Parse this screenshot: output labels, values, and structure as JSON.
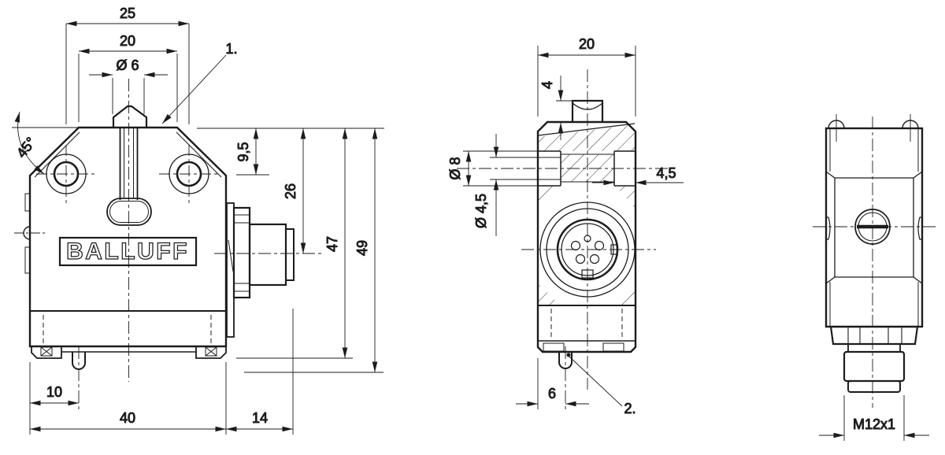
{
  "drawing": {
    "brand_label": "BALLUFF",
    "callouts": {
      "c1": "1.",
      "c2": "2."
    },
    "front_view": {
      "d25": "25",
      "d20": "20",
      "d6": "Ø 6",
      "angle": "45°",
      "d95": "9,5",
      "d26": "26",
      "d47": "47",
      "d49": "49",
      "d10": "10",
      "d40": "40",
      "d14": "14"
    },
    "side_view": {
      "d20": "20",
      "d4": "4",
      "d8": "Ø 8",
      "d45dia": "Ø 4,5",
      "d45": "4,5",
      "d6": "6"
    },
    "end_view": {
      "thread": "M12x1"
    }
  }
}
